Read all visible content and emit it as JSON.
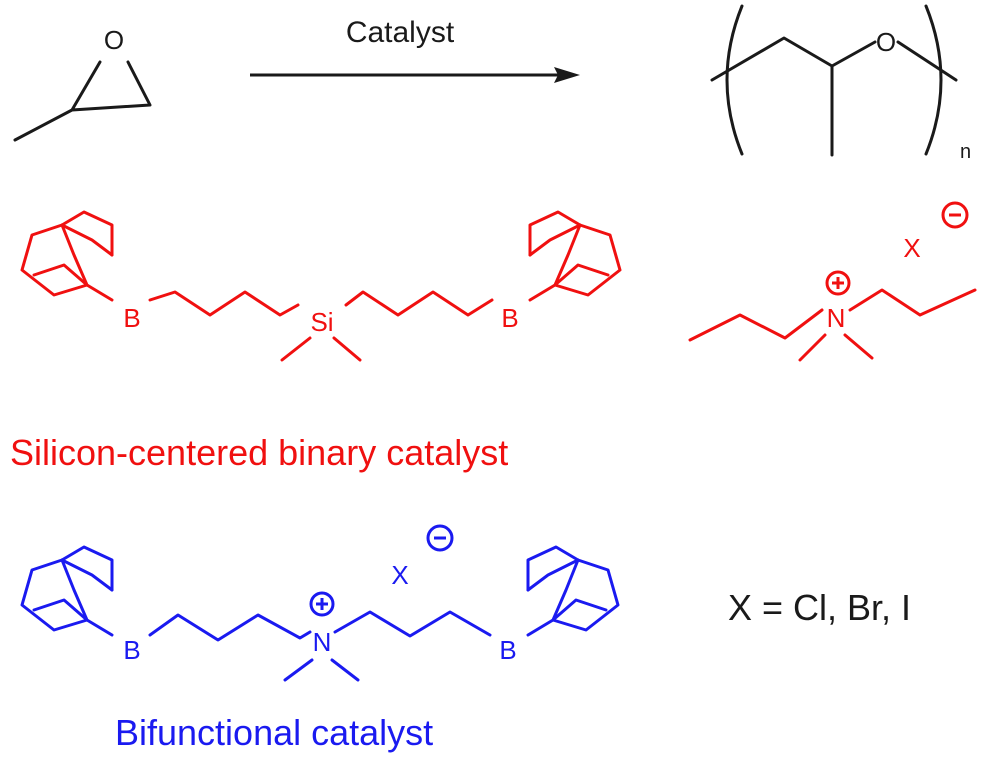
{
  "reaction": {
    "arrow_label": "Catalyst",
    "monomer_oxygen": "O",
    "polymer_oxygen": "O",
    "polymer_subscript": "n"
  },
  "silicon_catalyst": {
    "label": "Silicon-centered binary catalyst",
    "boron_left": "B",
    "boron_right": "B",
    "silicon": "Si",
    "ammonium_nitrogen": "N",
    "anion": "X"
  },
  "bifunctional_catalyst": {
    "label": "Bifunctional catalyst",
    "boron_left": "B",
    "boron_right": "B",
    "nitrogen": "N",
    "anion": "X"
  },
  "halide_definition": "X = Cl, Br, I",
  "colors": {
    "black": "#1a1a1a",
    "red": "#f01010",
    "blue": "#1a1af0"
  }
}
